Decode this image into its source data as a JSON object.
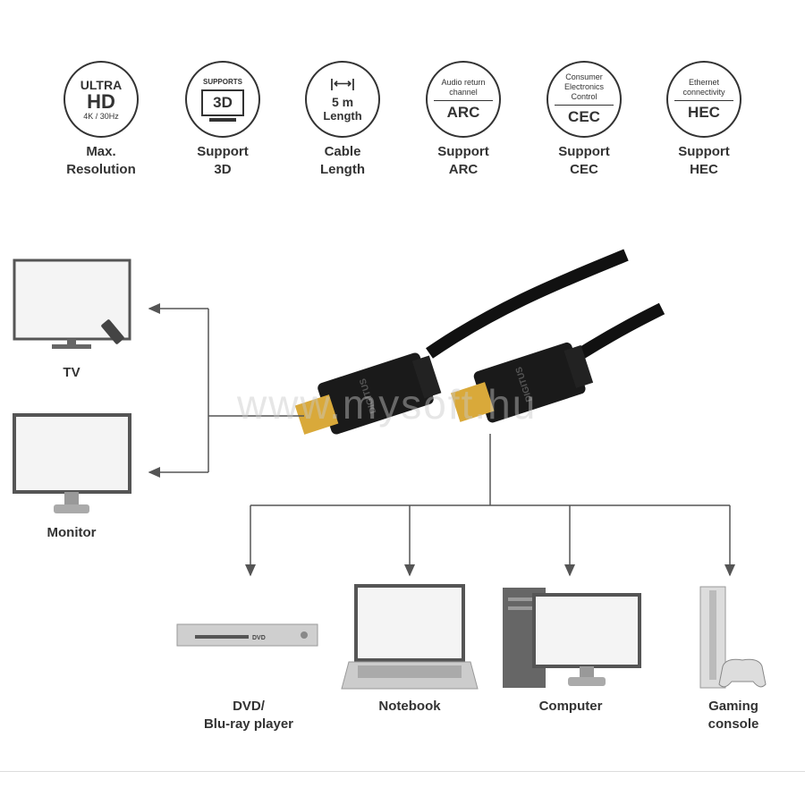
{
  "features": [
    {
      "lines": [
        "ULTRA",
        "HD",
        "4K / 30Hz"
      ],
      "label1": "Max.",
      "label2": "Resolution"
    },
    {
      "top": "SUPPORTS",
      "main": "3D",
      "label1": "Support",
      "label2": "3D"
    },
    {
      "top": "5 m",
      "main": "Length",
      "label1": "Cable",
      "label2": "Length"
    },
    {
      "top": "Audio return channel",
      "main": "ARC",
      "label1": "Support",
      "label2": "ARC"
    },
    {
      "top": "Consumer Electronics Control",
      "main": "CEC",
      "label1": "Support",
      "label2": "CEC"
    },
    {
      "top": "Ethernet connectivity",
      "main": "HEC",
      "label1": "Support",
      "label2": "HEC"
    }
  ],
  "devices": {
    "tv": "TV",
    "monitor": "Monitor",
    "dvd1": "DVD/",
    "dvd2": "Blu-ray player",
    "notebook": "Notebook",
    "computer": "Computer",
    "gaming1": "Gaming",
    "gaming2": "console"
  },
  "connector_brand": "DIGITUS",
  "watermark": "www.mysoft.hu",
  "colors": {
    "ink": "#333333",
    "arrow": "#555555",
    "gold": "#d9a93a"
  }
}
